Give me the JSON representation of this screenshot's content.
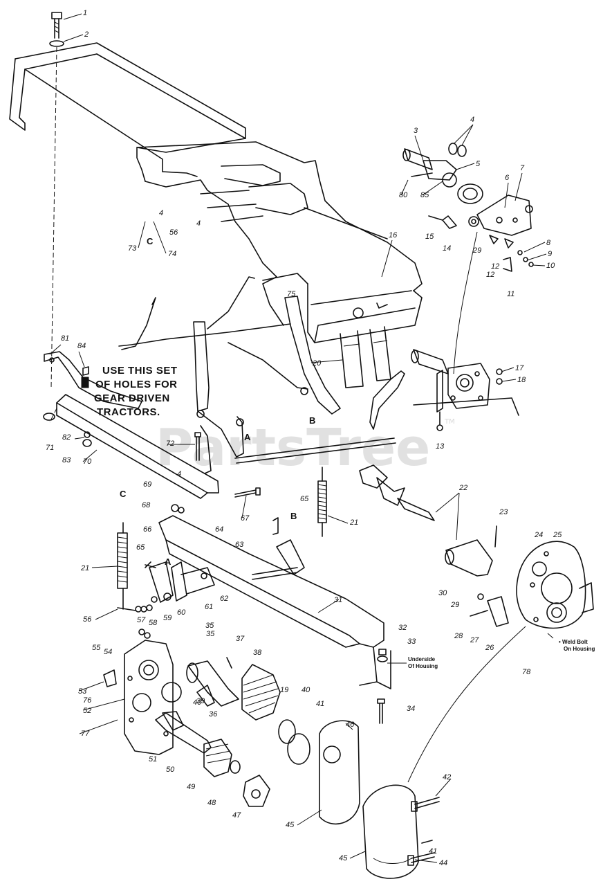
{
  "watermark": {
    "text": "PartsTree",
    "tm": "TM"
  },
  "note": {
    "line1": "USE THIS SET",
    "line2": "OF HOLES FOR",
    "line3": "GEAR DRIVEN",
    "line4": "TRACTORS."
  },
  "annotations": {
    "underside_line1": "Underside",
    "underside_line2": "Of Housing",
    "weld_line1": "• Weld Bolt",
    "weld_line2": "On Housing"
  },
  "reference_letters": [
    {
      "id": "A",
      "text": "A"
    },
    {
      "id": "A2",
      "text": "A"
    },
    {
      "id": "B",
      "text": "B"
    },
    {
      "id": "B2",
      "text": "B"
    },
    {
      "id": "C",
      "text": "C"
    },
    {
      "id": "C2",
      "text": "C"
    }
  ],
  "callouts": [
    "1",
    "2",
    "3",
    "4",
    "5",
    "6",
    "7",
    "8",
    "9",
    "10",
    "11",
    "12",
    "12",
    "13",
    "14",
    "15",
    "16",
    "17",
    "18",
    "19",
    "20",
    "21",
    "21",
    "22",
    "23",
    "24",
    "25",
    "26",
    "27",
    "28",
    "29",
    "29",
    "30",
    "31",
    "32",
    "33",
    "34",
    "35",
    "35",
    "36",
    "37",
    "38",
    "39",
    "40",
    "40",
    "41",
    "41",
    "42",
    "44",
    "45",
    "45",
    "46",
    "47",
    "48",
    "49",
    "50",
    "51",
    "52",
    "53",
    "54",
    "55",
    "56",
    "56",
    "57",
    "58",
    "59",
    "60",
    "61",
    "62",
    "63",
    "64",
    "65",
    "65",
    "66",
    "67",
    "68",
    "69",
    "70",
    "71",
    "72",
    "73",
    "74",
    "75",
    "76",
    "77",
    "78",
    "80",
    "81",
    "82",
    "83",
    "84",
    "85",
    "4",
    "4",
    "4"
  ]
}
